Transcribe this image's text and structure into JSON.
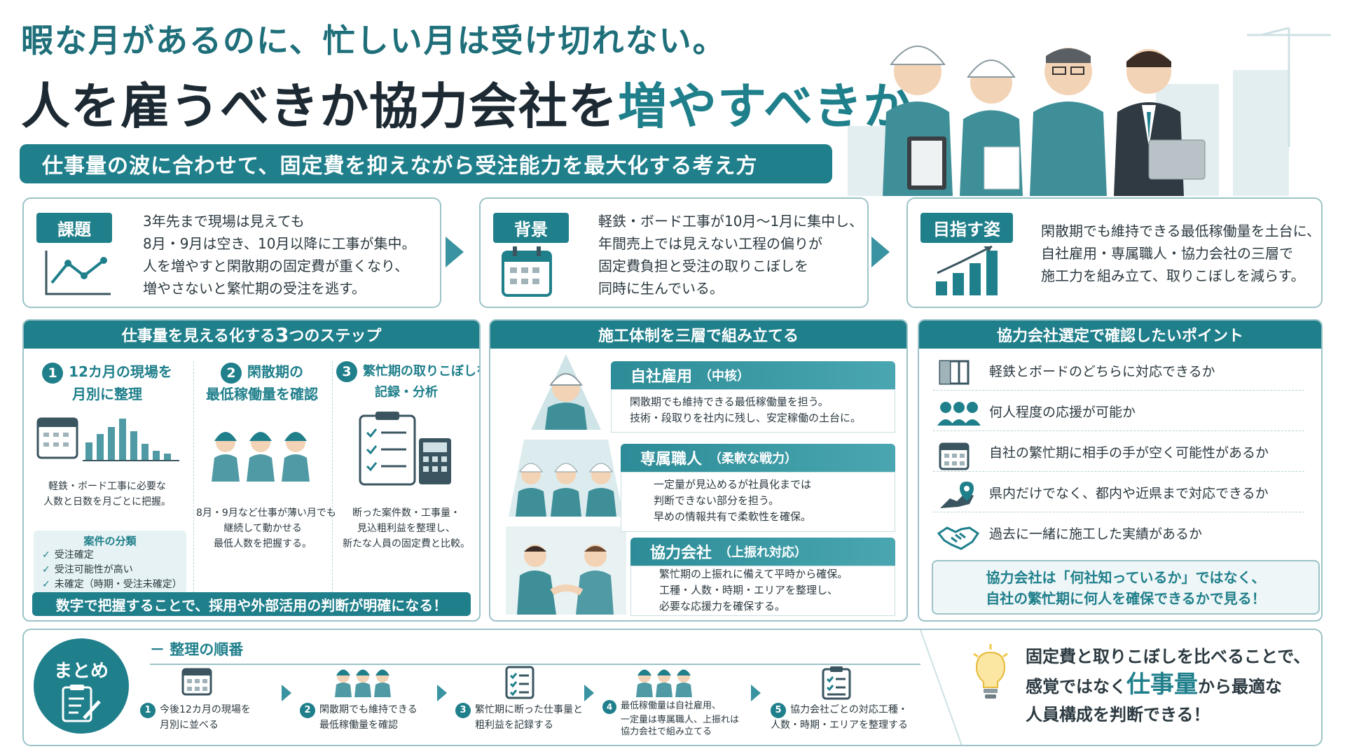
{
  "header": {
    "title_line1": "暇な月があるのに、忙しい月は受け切れない。",
    "title_line2a": "人を雇うべきか協力会社を",
    "title_line2b": "増やすべきか",
    "subtitle": "仕事量の波に合わせて、固定費を抑えながら受注能力を最大化する考え方"
  },
  "cards": [
    {
      "label": "課題",
      "icon": "line-chart-icon",
      "lines": [
        "3年先まで現場は見えても",
        "8月・9月は空き、10月以降に工事が集中。",
        "人を増やすと閑散期の固定費が重くなり、",
        "増やさないと繁忙期の受注を逃す。"
      ]
    },
    {
      "label": "背景",
      "icon": "calendar-icon",
      "lines": [
        "軽鉄・ボード工事が10月〜1月に集中し、",
        "年間売上では見えない工程の偏りが",
        "固定費負担と受注の取りこぼしを",
        "同時に生んでいる。"
      ]
    },
    {
      "label": "目指す姿",
      "icon": "growth-chart-icon",
      "lines": [
        "閑散期でも維持できる最低稼働量を土台に、",
        "自社雇用・専属職人・協力会社の三層で",
        "施工力を組み立て、取りこぼしを減らす。"
      ]
    }
  ],
  "steps": {
    "heading_a": "仕事量を見える化する ",
    "heading_num": "3",
    "heading_b": "つのステップ",
    "items": [
      {
        "num": "1",
        "title": [
          "12カ月の現場を",
          "月別に整理"
        ],
        "desc": [
          "軽鉄・ボード工事に必要な",
          "人数と日数を月ごとに把握。"
        ]
      },
      {
        "num": "2",
        "title": [
          "閑散期の",
          "最低稼働量を確認"
        ],
        "desc": [
          "8月・9月など仕事が薄い月でも",
          "継続して動かせる",
          "最低人数を把握する。"
        ]
      },
      {
        "num": "3",
        "title": [
          "繁忙期の取りこぼしを",
          "記録・分析"
        ],
        "desc": [
          "断った案件数・工事量・",
          "見込粗利益を整理し、",
          "新たな人員の固定費と比較。"
        ]
      }
    ],
    "classification": {
      "title": "案件の分類",
      "items": [
        "受注確定",
        "受注可能性が高い",
        "未確定（時期・受注未確定）"
      ]
    },
    "banner": "数字で把握することで、採用や外部活用の判断が明確になる！"
  },
  "layers": {
    "heading": "施工体制を三層で組み立てる",
    "items": [
      {
        "name": "自社雇用",
        "role": "（中核）",
        "lines": [
          "閑散期でも維持できる最低稼働量を担う。",
          "技術・段取りを社内に残し、安定稼働の土台に。"
        ]
      },
      {
        "name": "専属職人",
        "role": "（柔軟な戦力）",
        "lines": [
          "一定量が見込めるが社員化までは",
          "判断できない部分を担う。",
          "早めの情報共有で柔軟性を確保。"
        ]
      },
      {
        "name": "協力会社",
        "role": "（上振れ対応）",
        "lines": [
          "繁忙期の上振れに備えて平時から確保。",
          "工種・人数・時期・エリアを整理し、",
          "必要な応援力を確保する。"
        ]
      }
    ]
  },
  "points": {
    "heading": "協力会社選定で確認したいポイント",
    "items": [
      {
        "icon": "board-panel-icon",
        "text": "軽鉄とボードのどちらに対応できるか"
      },
      {
        "icon": "group-icon",
        "text": "何人程度の応援が可能か"
      },
      {
        "icon": "calendar-icon",
        "text": "自社の繁忙期に相手の手が空く可能性があるか"
      },
      {
        "icon": "map-pin-icon",
        "text": "県内だけでなく、都内や近県まで対応できるか"
      },
      {
        "icon": "handshake-icon",
        "text": "過去に一緒に施工した実績があるか"
      }
    ],
    "note": [
      "協力会社は「何社知っているか」ではなく、",
      "自社の繁忙期に何人を確保できるかで見る！"
    ]
  },
  "summary": {
    "badge": "まとめ",
    "order_label": "－ 整理の順番",
    "steps": [
      {
        "num": "1",
        "icon": "calendar-icon",
        "lines": [
          "今後12カ月の現場を",
          "月別に並べる"
        ]
      },
      {
        "num": "2",
        "icon": "workers-icon",
        "lines": [
          "閑散期でも維持できる",
          "最低稼働量を確認"
        ]
      },
      {
        "num": "3",
        "icon": "checklist-icon",
        "lines": [
          "繁忙期に断った仕事量と",
          "粗利益を記録する"
        ]
      },
      {
        "num": "4",
        "icon": "workers-icon",
        "lines": [
          "最低稼働量は自社雇用、",
          "一定量は専属職人、上振れは",
          "協力会社で組み立てる"
        ]
      },
      {
        "num": "5",
        "icon": "clipboard-icon",
        "lines": [
          "協力会社ごとの対応工種・",
          "人数・時期・エリアを整理する"
        ]
      }
    ],
    "final": {
      "line1": "固定費と取りこぼしを比べることで、",
      "line2a": "感覚ではなく",
      "line2b": "仕事量",
      "line2c": "から最適な",
      "line3": "人員構成を判断できる！"
    }
  },
  "colors": {
    "teal": "#1f7f8b",
    "dark": "#1d2a33",
    "light": "#e6f2f3"
  }
}
